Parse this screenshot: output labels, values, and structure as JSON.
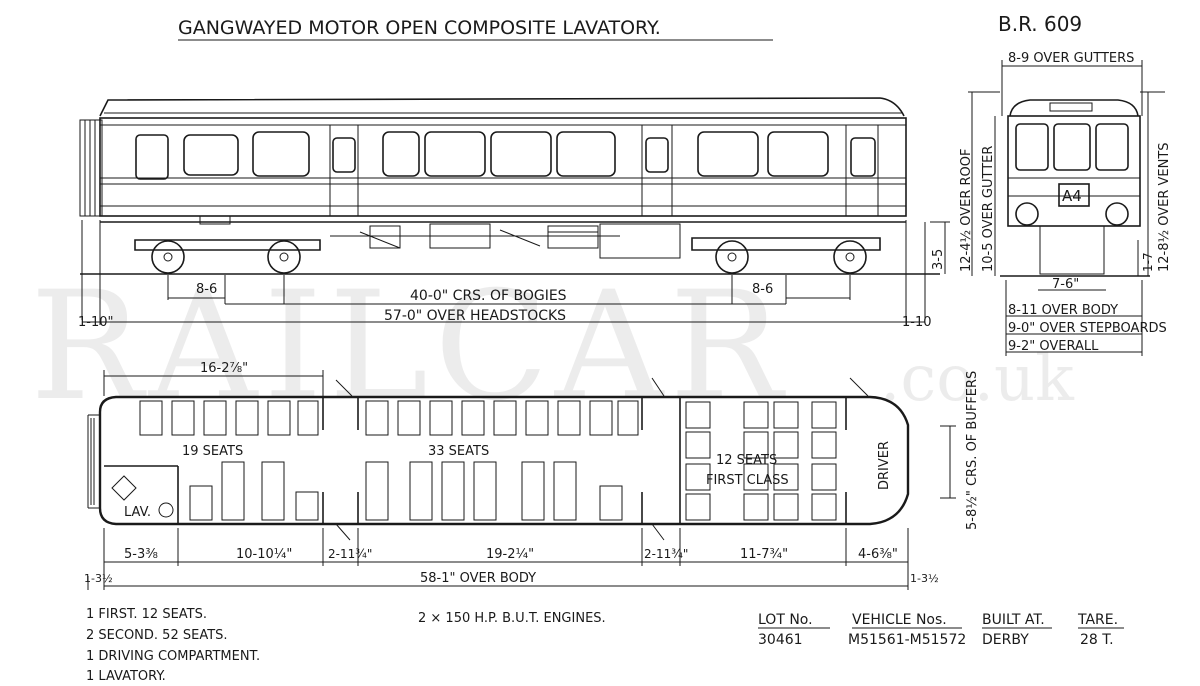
{
  "title": "GANGWAYED MOTOR OPEN COMPOSITE LAVATORY.",
  "diagram_ref": "B.R. 609",
  "watermark": {
    "main": "RAILCAR",
    "suffix": ".co.uk"
  },
  "elevation": {
    "dim_bogie_left": "8-6",
    "dim_bogie_right": "8-6",
    "dim_bogie_centres": "40-0\" CRS. OF BOGIES",
    "dim_headstocks": "57-0\" OVER HEADSTOCKS",
    "dim_end_left": "1-10\"",
    "dim_end_right": "1-10",
    "dim_height_floor": "3-5"
  },
  "end_view": {
    "over_gutters": "8-9 OVER GUTTERS",
    "over_roof": "12-4½ OVER ROOF",
    "over_gutter": "10-5 OVER GUTTER",
    "over_vents": "12-8½ OVER VENTS",
    "side_height": "1-7",
    "headcode": "A4",
    "track_gauge": "7-6\"",
    "over_body": "8-11 OVER BODY",
    "over_stepboards": "9-0\" OVER STEPBOARDS",
    "overall": "9-2\" OVERALL"
  },
  "plan": {
    "dim_saloon": "16-2⅞\"",
    "label_19": "19 SEATS",
    "label_33": "33 SEATS",
    "label_first_1": "12 SEATS",
    "label_first_2": "FIRST CLASS",
    "label_driver": "DRIVER",
    "label_lav": "LAV.",
    "buffers": "5-8½\" CRS. OF BUFFERS",
    "dims_bottom": [
      "5-3⅜",
      "10-10¼\"",
      "2-11¾\"",
      "19-2¼\"",
      "2-11¾\"",
      "11-7¾\"",
      "4-6⅜\""
    ],
    "dim_left_small": "1-3½",
    "dim_right_small": "1-3½",
    "over_body": "58-1\" OVER BODY"
  },
  "notes": {
    "accommodation": [
      "1 FIRST.   12 SEATS.",
      "2 SECOND. 52 SEATS.",
      "1 DRIVING COMPARTMENT.",
      "1 LAVATORY."
    ],
    "engines": "2 × 150 H.P. B.U.T. ENGINES."
  },
  "table": {
    "headers": [
      "LOT No.",
      "VEHICLE Nos.",
      "BUILT AT.",
      "TARE."
    ],
    "values": [
      "30461",
      "M51561-M51572",
      "DERBY",
      "28 T."
    ]
  }
}
